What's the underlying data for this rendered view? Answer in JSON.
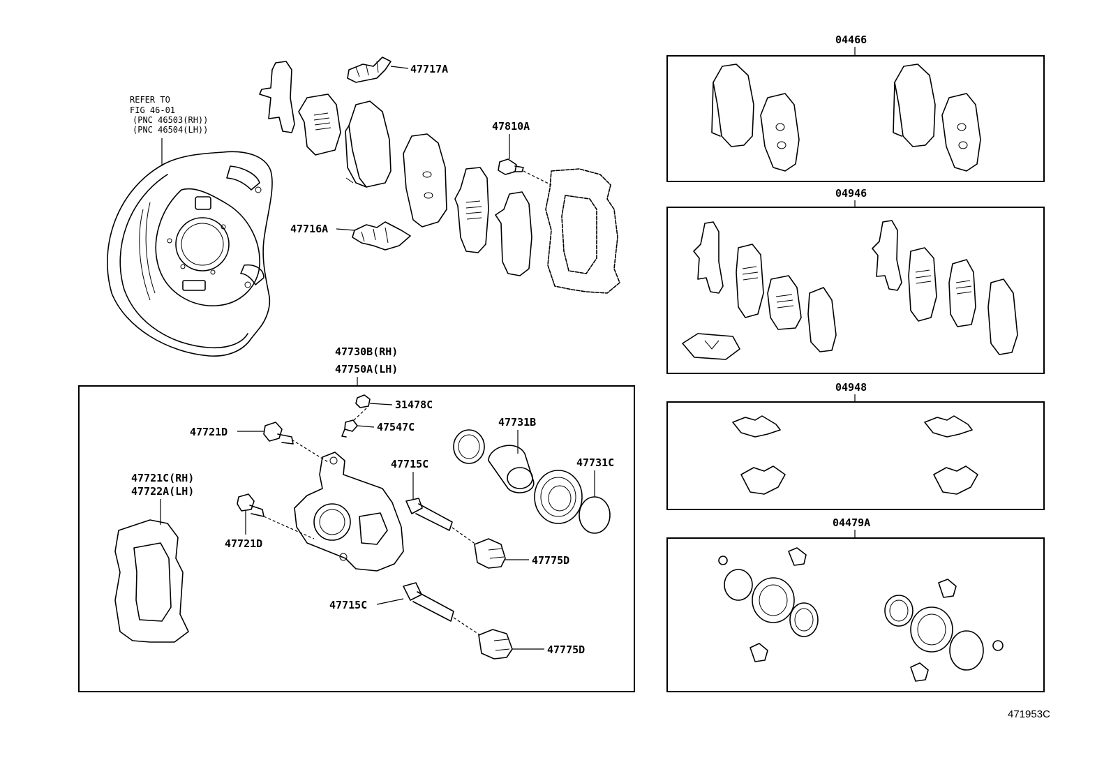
{
  "refer_note": {
    "line1": "REFER TO",
    "line2": "FIG 46-01",
    "line3": "(PNC 46503(RH))",
    "line4": "(PNC 46504(LH))"
  },
  "labels": {
    "p47717A": "47717A",
    "p47810A": "47810A",
    "p47716A": "47716A",
    "p47730B": "47730B(RH)",
    "p47750A": "47750A(LH)",
    "p31478C": "31478C",
    "p47547C": "47547C",
    "p47721D_top": "47721D",
    "p47731B": "47731B",
    "p47731C": "47731C",
    "p47715C_top": "47715C",
    "p47721C": "47721C(RH)",
    "p47722A": "47722A(LH)",
    "p47721D_bot": "47721D",
    "p47775D_top": "47775D",
    "p47715C_bot": "47715C",
    "p47775D_bot": "47775D"
  },
  "kits": [
    {
      "code": "04466"
    },
    {
      "code": "04946"
    },
    {
      "code": "04948"
    },
    {
      "code": "04479A"
    }
  ],
  "footer_code": "471953C"
}
